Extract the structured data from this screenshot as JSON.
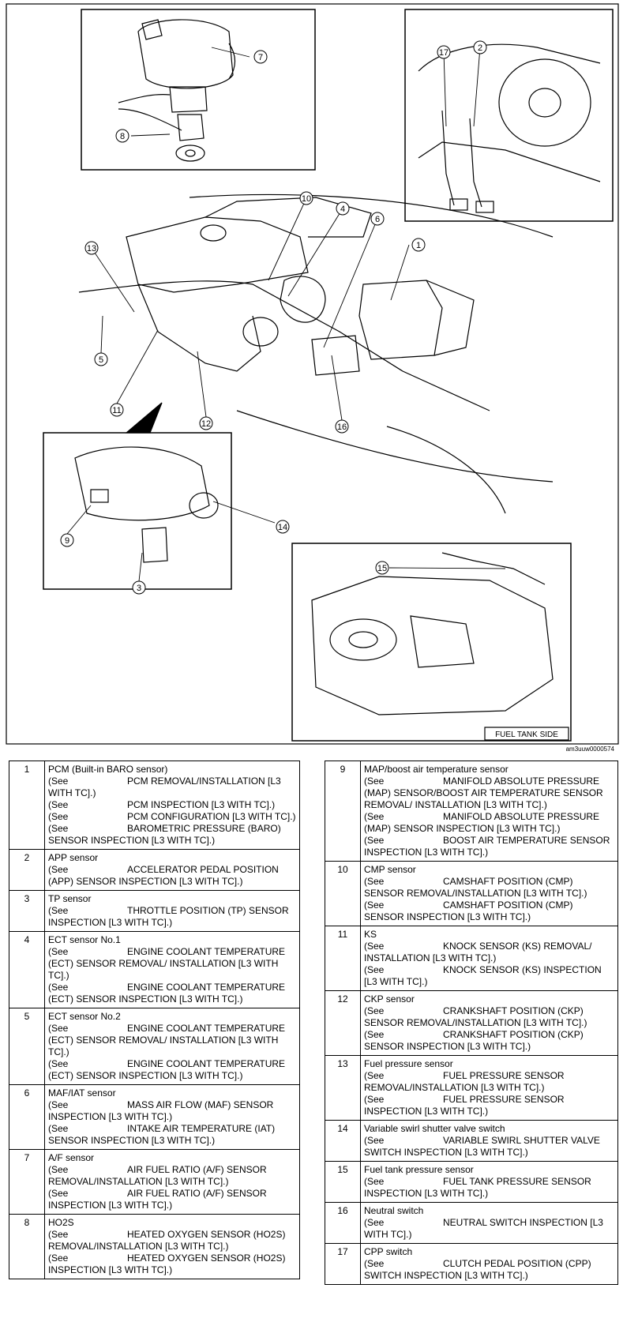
{
  "diagram": {
    "callouts": [
      "1",
      "2",
      "3",
      "4",
      "5",
      "6",
      "7",
      "8",
      "9",
      "10",
      "11",
      "12",
      "13",
      "14",
      "15",
      "16",
      "17"
    ],
    "fuel_tank_label": "FUEL TANK SIDE",
    "figure_id": "am3uuw0000574"
  },
  "see_word": "(See",
  "table_left": [
    {
      "num": "1",
      "title": "PCM (Built-in BARO sensor)",
      "refs": [
        "PCM REMOVAL/INSTALLATION [L3 WITH TC].)",
        "PCM INSPECTION [L3 WITH TC].)",
        "PCM CONFIGURATION [L3 WITH TC].)",
        "BAROMETRIC PRESSURE (BARO) SENSOR INSPECTION [L3 WITH TC].)"
      ]
    },
    {
      "num": "2",
      "title": "APP sensor",
      "refs": [
        "ACCELERATOR PEDAL POSITION (APP) SENSOR INSPECTION [L3 WITH TC].)"
      ]
    },
    {
      "num": "3",
      "title": "TP sensor",
      "refs": [
        "THROTTLE POSITION (TP) SENSOR INSPECTION [L3 WITH TC].)"
      ]
    },
    {
      "num": "4",
      "title": "ECT sensor No.1",
      "refs": [
        "ENGINE COOLANT TEMPERATURE (ECT) SENSOR REMOVAL/ INSTALLATION [L3 WITH TC].)",
        "ENGINE COOLANT TEMPERATURE (ECT) SENSOR INSPECTION [L3 WITH TC].)"
      ]
    },
    {
      "num": "5",
      "title": "ECT sensor No.2",
      "refs": [
        "ENGINE COOLANT TEMPERATURE (ECT) SENSOR REMOVAL/ INSTALLATION [L3 WITH TC].)",
        "ENGINE COOLANT TEMPERATURE (ECT) SENSOR INSPECTION [L3 WITH TC].)"
      ]
    },
    {
      "num": "6",
      "title": "MAF/IAT sensor",
      "refs": [
        "MASS AIR FLOW (MAF) SENSOR INSPECTION [L3 WITH TC].)",
        "INTAKE AIR TEMPERATURE (IAT) SENSOR INSPECTION [L3 WITH TC].)"
      ]
    },
    {
      "num": "7",
      "title": "A/F sensor",
      "refs": [
        "AIR FUEL RATIO (A/F) SENSOR REMOVAL/INSTALLATION [L3 WITH TC].)",
        "AIR FUEL RATIO (A/F) SENSOR INSPECTION [L3 WITH TC].)"
      ]
    },
    {
      "num": "8",
      "title": "HO2S",
      "refs": [
        "HEATED OXYGEN SENSOR (HO2S) REMOVAL/INSTALLATION [L3 WITH TC].)",
        "HEATED OXYGEN SENSOR (HO2S) INSPECTION [L3 WITH TC].)"
      ]
    }
  ],
  "table_right": [
    {
      "num": "9",
      "title": "MAP/boost air temperature sensor",
      "refs": [
        "MANIFOLD ABSOLUTE PRESSURE (MAP) SENSOR/BOOST AIR TEMPERATURE SENSOR REMOVAL/ INSTALLATION [L3 WITH TC].)",
        "MANIFOLD ABSOLUTE PRESSURE (MAP) SENSOR INSPECTION [L3 WITH TC].)",
        "BOOST AIR TEMPERATURE SENSOR INSPECTION [L3 WITH TC].)"
      ]
    },
    {
      "num": "10",
      "title": "CMP sensor",
      "refs": [
        "CAMSHAFT POSITION (CMP) SENSOR REMOVAL/INSTALLATION [L3 WITH TC].)",
        "CAMSHAFT POSITION (CMP) SENSOR INSPECTION [L3 WITH TC].)"
      ]
    },
    {
      "num": "11",
      "title": "KS",
      "refs": [
        "KNOCK SENSOR (KS) REMOVAL/ INSTALLATION [L3 WITH TC].)",
        "KNOCK SENSOR (KS) INSPECTION [L3 WITH TC].)"
      ]
    },
    {
      "num": "12",
      "title": "CKP sensor",
      "refs": [
        "CRANKSHAFT POSITION (CKP) SENSOR REMOVAL/INSTALLATION [L3 WITH TC].)",
        "CRANKSHAFT POSITION (CKP) SENSOR INSPECTION [L3 WITH TC].)"
      ]
    },
    {
      "num": "13",
      "title": "Fuel pressure sensor",
      "refs": [
        "FUEL PRESSURE SENSOR REMOVAL/INSTALLATION [L3 WITH TC].)",
        "FUEL PRESSURE SENSOR INSPECTION [L3 WITH TC].)"
      ]
    },
    {
      "num": "14",
      "title": "Variable swirl shutter valve switch",
      "refs": [
        "VARIABLE SWIRL SHUTTER VALVE SWITCH INSPECTION [L3 WITH TC].)"
      ]
    },
    {
      "num": "15",
      "title": "Fuel tank pressure sensor",
      "refs": [
        "FUEL TANK PRESSURE SENSOR INSPECTION [L3 WITH TC].)"
      ]
    },
    {
      "num": "16",
      "title": "Neutral switch",
      "refs": [
        "NEUTRAL SWITCH INSPECTION [L3 WITH TC].)"
      ]
    },
    {
      "num": "17",
      "title": "CPP switch",
      "refs": [
        "CLUTCH PEDAL POSITION (CPP) SWITCH INSPECTION [L3 WITH TC].)"
      ]
    }
  ]
}
